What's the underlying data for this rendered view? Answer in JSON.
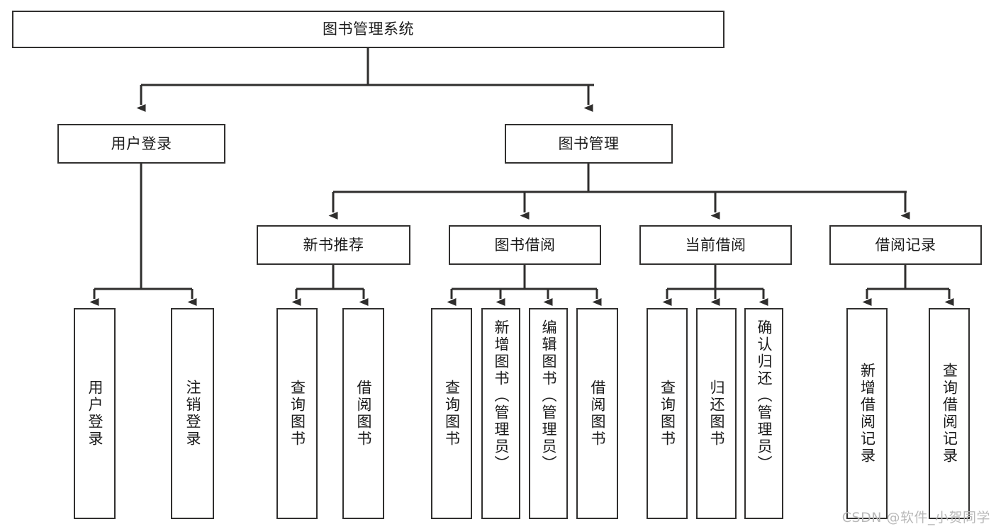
{
  "diagram": {
    "title": "图书管理系统",
    "type": "功能结构图",
    "watermark": "CSDN @软件_小贺同学",
    "colors": {
      "border": "#31302f",
      "text": "#1b1b1b",
      "background": "#ffffff",
      "edge": "#2f2e2d",
      "watermark": "#b9b9b9"
    }
  },
  "nodes": {
    "root": {
      "label": "图书管理系统"
    },
    "level1": [
      {
        "id": "user-login",
        "label": "用户登录"
      },
      {
        "id": "book-management",
        "label": "图书管理"
      }
    ],
    "level2": [
      {
        "id": "new-book-recommend",
        "label": "新书推荐"
      },
      {
        "id": "book-borrow",
        "label": "图书借阅"
      },
      {
        "id": "current-borrow",
        "label": "当前借阅"
      },
      {
        "id": "borrow-record",
        "label": "借阅记录"
      }
    ],
    "leaves": [
      {
        "id": "leaf-user-login",
        "label": "用户登录",
        "parent": "user-login"
      },
      {
        "id": "leaf-logout-login",
        "label": "注销登录",
        "parent": "user-login"
      },
      {
        "id": "leaf-query-book-1",
        "label": "查询图书",
        "parent": "new-book-recommend"
      },
      {
        "id": "leaf-borrow-book-1",
        "label": "借阅图书",
        "parent": "new-book-recommend"
      },
      {
        "id": "leaf-query-book-2",
        "label": "查询图书",
        "parent": "book-borrow"
      },
      {
        "id": "leaf-add-book",
        "label": "新增图书（管理员）",
        "parent": "book-borrow"
      },
      {
        "id": "leaf-edit-book",
        "label": "编辑图书（管理员）",
        "parent": "book-borrow"
      },
      {
        "id": "leaf-borrow-book-2",
        "label": "借阅图书",
        "parent": "book-borrow"
      },
      {
        "id": "leaf-query-book-3",
        "label": "查询图书",
        "parent": "current-borrow"
      },
      {
        "id": "leaf-return-book",
        "label": "归还图书",
        "parent": "current-borrow"
      },
      {
        "id": "leaf-confirm-return",
        "label": "确认归还（管理员）",
        "parent": "current-borrow"
      },
      {
        "id": "leaf-add-record",
        "label": "新增借阅记录",
        "parent": "borrow-record"
      },
      {
        "id": "leaf-query-record",
        "label": "查询借阅记录",
        "parent": "borrow-record"
      }
    ]
  }
}
